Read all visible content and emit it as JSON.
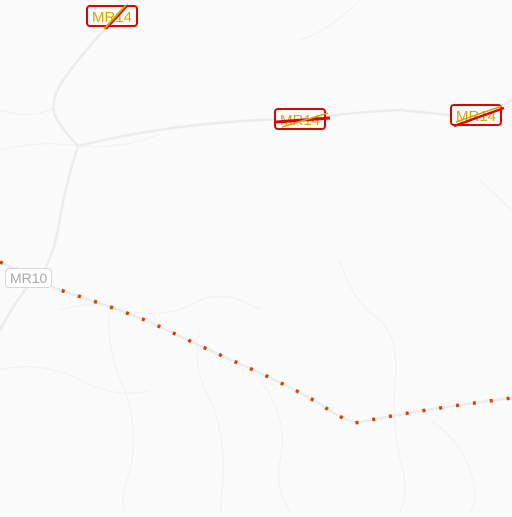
{
  "map": {
    "route_labels": [
      {
        "text": "MR14",
        "state": "highlighted"
      },
      {
        "text": "MR14",
        "state": "highlighted"
      },
      {
        "text": "MR14",
        "state": "highlighted"
      },
      {
        "text": "MR10",
        "state": "normal"
      }
    ],
    "colors": {
      "background": "#fbfbfb",
      "road_minor": "#ececec",
      "road_trail": "#f0f0f0",
      "highlight_border": "#e00000",
      "highlight_text": "#d9a400",
      "dotted_route": "#d84000"
    }
  }
}
